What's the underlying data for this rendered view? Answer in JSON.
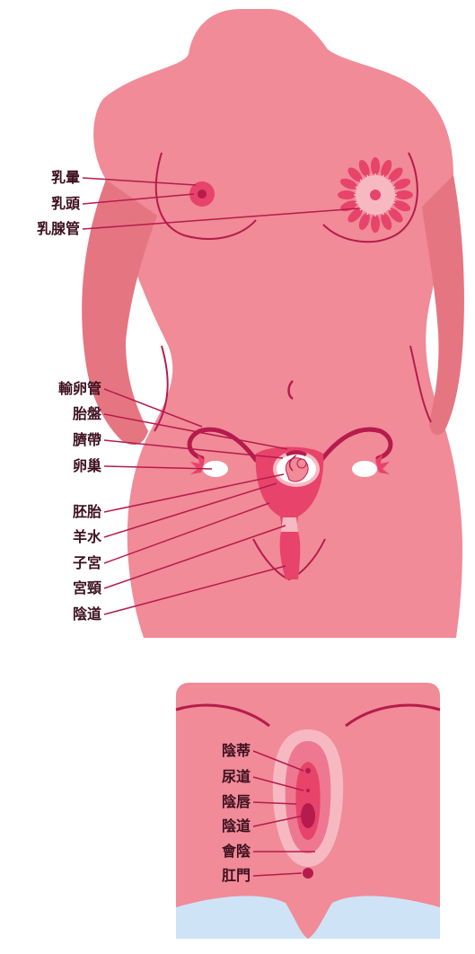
{
  "colors": {
    "skin": "#f08b97",
    "skin_dark": "#e67582",
    "line": "#b61b4d",
    "organ": "#e8436a",
    "organ_light": "#f6b9c2",
    "white": "#ffffff",
    "text": "#3d1020",
    "underwear": "#cfe3f6"
  },
  "labels": {
    "areola": "乳暈",
    "nipple": "乳頭",
    "mammary_duct": "乳腺管",
    "fallopian_tube": "輸卵管",
    "placenta": "胎盤",
    "umbilical_cord": "臍帶",
    "ovary": "卵巢",
    "embryo": "胚胎",
    "amniotic_fluid": "羊水",
    "uterus": "子宮",
    "cervix": "宮頸",
    "vagina_upper": "陰道",
    "clitoris": "陰蒂",
    "urethra": "尿道",
    "labia": "陰唇",
    "vagina_lower": "陰道",
    "perineum": "會陰",
    "anus": "肛門"
  }
}
